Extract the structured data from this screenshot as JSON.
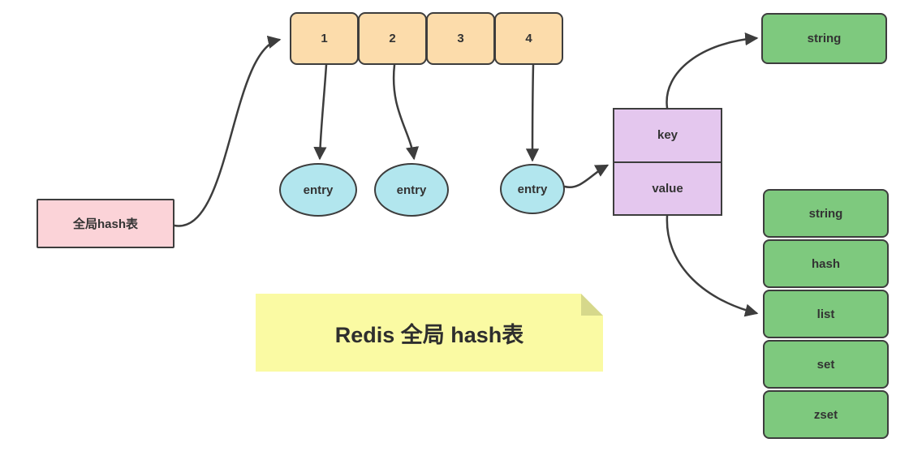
{
  "note": {
    "text": "Redis 全局 hash表"
  },
  "global_table": {
    "label": "全局hash表"
  },
  "buckets": {
    "items": [
      "1",
      "2",
      "3",
      "4"
    ]
  },
  "entries": {
    "items": [
      "entry",
      "entry",
      "entry"
    ]
  },
  "key_value": {
    "key": "key",
    "value": "value"
  },
  "string_box": {
    "label": "string"
  },
  "value_types": {
    "items": [
      "string",
      "hash",
      "list",
      "set",
      "zset"
    ]
  },
  "colors": {
    "pink": "#fbd3d8",
    "orange": "#fcdcab",
    "cyan": "#b2e6ee",
    "purple": "#e4c7ee",
    "green": "#7ec97e",
    "yellow": "#fafaa3",
    "yellow_fold": "#d6d88b",
    "stroke": "#3d3d3d"
  }
}
